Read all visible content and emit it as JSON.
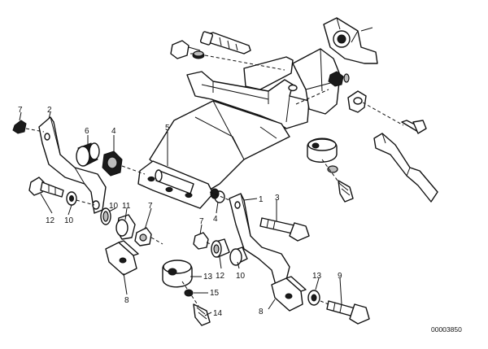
{
  "callouts": [
    {
      "id": "c1",
      "text": "1"
    },
    {
      "id": "c2",
      "text": "2"
    },
    {
      "id": "c3",
      "text": "3"
    },
    {
      "id": "c4a",
      "text": "4"
    },
    {
      "id": "c4b",
      "text": "4"
    },
    {
      "id": "c5",
      "text": "5"
    },
    {
      "id": "c6",
      "text": "6"
    },
    {
      "id": "c7a",
      "text": "7"
    },
    {
      "id": "c7b",
      "text": "7"
    },
    {
      "id": "c7c",
      "text": "7"
    },
    {
      "id": "c8a",
      "text": "8"
    },
    {
      "id": "c8b",
      "text": "8"
    },
    {
      "id": "c9",
      "text": "9"
    },
    {
      "id": "c10a",
      "text": "10"
    },
    {
      "id": "c10b",
      "text": "10"
    },
    {
      "id": "c10c",
      "text": "10"
    },
    {
      "id": "c11",
      "text": "11"
    },
    {
      "id": "c12a",
      "text": "12"
    },
    {
      "id": "c12b",
      "text": "12"
    },
    {
      "id": "c13a",
      "text": "13"
    },
    {
      "id": "c13b",
      "text": "13"
    },
    {
      "id": "c14",
      "text": "14"
    },
    {
      "id": "c15",
      "text": "15"
    }
  ],
  "reference_number": "00003850"
}
